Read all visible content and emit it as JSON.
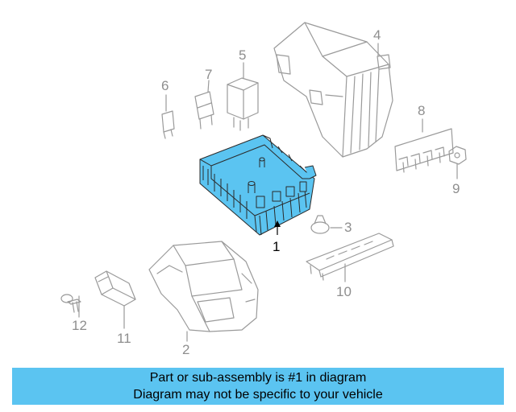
{
  "callouts": {
    "c1": "1",
    "c2": "2",
    "c3": "3",
    "c4": "4",
    "c5": "5",
    "c6": "6",
    "c7": "7",
    "c8": "8",
    "c9": "9",
    "c10": "10",
    "c11": "11",
    "c12": "12"
  },
  "highlight_color": "#5bc4f1",
  "banner": {
    "line1": "Part or sub-assembly is #1 in diagram",
    "line2": "Diagram may not be specific to your vehicle"
  }
}
